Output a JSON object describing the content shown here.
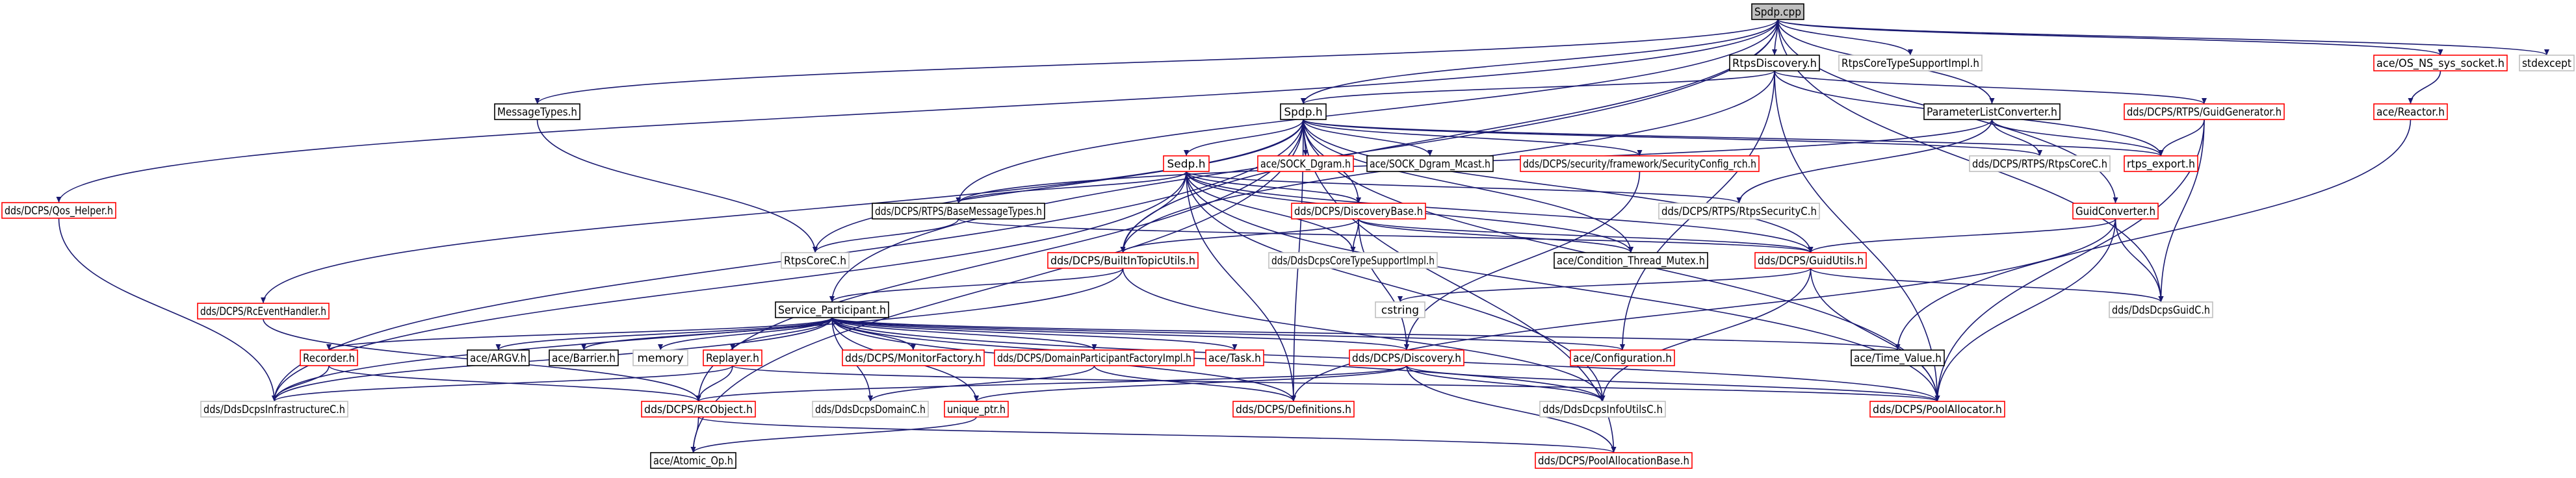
{
  "diagram": {
    "root": {
      "id": "spdp_cpp",
      "label": "Spdp.cpp"
    },
    "nodes": [
      {
        "id": "rtps_discovery_h",
        "label": "RtpsDiscovery.h",
        "style": "black"
      },
      {
        "id": "rtps_core_type_support_impl_h",
        "label": "RtpsCoreTypeSupportImpl.h",
        "style": "gray"
      },
      {
        "id": "ace_os_ns_sys_socket_h",
        "label": "ace/OS_NS_sys_socket.h",
        "style": "red"
      },
      {
        "id": "stdexcept",
        "label": "stdexcept",
        "style": "gray"
      },
      {
        "id": "message_types_h",
        "label": "MessageTypes.h",
        "style": "black"
      },
      {
        "id": "spdp_h",
        "label": "Spdp.h",
        "style": "black"
      },
      {
        "id": "parameter_list_converter_h",
        "label": "ParameterListConverter.h",
        "style": "black"
      },
      {
        "id": "guid_generator_h",
        "label": "dds/DCPS/RTPS/GuidGenerator.h",
        "style": "red"
      },
      {
        "id": "ace_reactor_h",
        "label": "ace/Reactor.h",
        "style": "red"
      },
      {
        "id": "qos_helper_h",
        "label": "dds/DCPS/Qos_Helper.h",
        "style": "red"
      },
      {
        "id": "sedp_h",
        "label": "Sedp.h",
        "style": "red"
      },
      {
        "id": "ace_sock_dgram_h",
        "label": "ace/SOCK_Dgram.h",
        "style": "red"
      },
      {
        "id": "ace_sock_dgram_mcast_h",
        "label": "ace/SOCK_Dgram_Mcast.h",
        "style": "black"
      },
      {
        "id": "security_config_rch_h",
        "label": "dds/DCPS/security/framework/SecurityConfig_rch.h",
        "style": "red"
      },
      {
        "id": "rtps_core_c_h",
        "label": "dds/DCPS/RTPS/RtpsCoreC.h",
        "style": "gray"
      },
      {
        "id": "rtps_export_h",
        "label": "rtps_export.h",
        "style": "red"
      },
      {
        "id": "base_message_types_h",
        "label": "dds/DCPS/RTPS/BaseMessageTypes.h",
        "style": "black"
      },
      {
        "id": "discovery_base_h",
        "label": "dds/DCPS/DiscoveryBase.h",
        "style": "red"
      },
      {
        "id": "rtps_security_c_h",
        "label": "dds/DCPS/RTPS/RtpsSecurityC.h",
        "style": "gray"
      },
      {
        "id": "guid_converter_h",
        "label": "GuidConverter.h",
        "style": "red"
      },
      {
        "id": "rtps_core_c_h_short",
        "label": "RtpsCoreC.h",
        "style": "gray"
      },
      {
        "id": "builtin_topic_utils_h",
        "label": "dds/DCPS/BuiltInTopicUtils.h",
        "style": "red"
      },
      {
        "id": "dds_dcps_core_type_support_impl_h",
        "label": "dds/DdsDcpsCoreTypeSupportImpl.h",
        "style": "gray"
      },
      {
        "id": "ace_condition_thread_mutex_h",
        "label": "ace/Condition_Thread_Mutex.h",
        "style": "black"
      },
      {
        "id": "guid_utils_h",
        "label": "dds/DCPS/GuidUtils.h",
        "style": "red"
      },
      {
        "id": "rc_event_handler_h",
        "label": "dds/DCPS/RcEventHandler.h",
        "style": "red"
      },
      {
        "id": "service_participant_h",
        "label": "Service_Participant.h",
        "style": "black"
      },
      {
        "id": "cstring",
        "label": "cstring",
        "style": "gray"
      },
      {
        "id": "dds_dcps_guid_c_h",
        "label": "dds/DdsDcpsGuidC.h",
        "style": "gray"
      },
      {
        "id": "recorder_h",
        "label": "Recorder.h",
        "style": "red"
      },
      {
        "id": "ace_argv_h",
        "label": "ace/ARGV.h",
        "style": "black"
      },
      {
        "id": "ace_barrier_h",
        "label": "ace/Barrier.h",
        "style": "black"
      },
      {
        "id": "memory",
        "label": "memory",
        "style": "gray"
      },
      {
        "id": "replayer_h",
        "label": "Replayer.h",
        "style": "red"
      },
      {
        "id": "monitor_factory_h",
        "label": "dds/DCPS/MonitorFactory.h",
        "style": "red"
      },
      {
        "id": "domain_participant_factory_impl_h",
        "label": "dds/DCPS/DomainParticipantFactoryImpl.h",
        "style": "red"
      },
      {
        "id": "ace_task_h",
        "label": "ace/Task.h",
        "style": "red"
      },
      {
        "id": "dcps_discovery_h",
        "label": "dds/DCPS/Discovery.h",
        "style": "red"
      },
      {
        "id": "ace_configuration_h",
        "label": "ace/Configuration.h",
        "style": "red"
      },
      {
        "id": "ace_time_value_h",
        "label": "ace/Time_Value.h",
        "style": "black"
      },
      {
        "id": "dds_dcps_infrastructure_c_h",
        "label": "dds/DdsDcpsInfrastructureC.h",
        "style": "gray"
      },
      {
        "id": "rc_object_h",
        "label": "dds/DCPS/RcObject.h",
        "style": "red"
      },
      {
        "id": "dds_dcps_domain_c_h",
        "label": "dds/DdsDcpsDomainC.h",
        "style": "gray"
      },
      {
        "id": "unique_ptr_h",
        "label": "unique_ptr.h",
        "style": "red"
      },
      {
        "id": "definitions_h",
        "label": "dds/DCPS/Definitions.h",
        "style": "red"
      },
      {
        "id": "dds_dcps_info_utils_c_h",
        "label": "dds/DdsDcpsInfoUtilsC.h",
        "style": "gray"
      },
      {
        "id": "pool_allocator_h",
        "label": "dds/DCPS/PoolAllocator.h",
        "style": "red"
      },
      {
        "id": "ace_atomic_op_h",
        "label": "ace/Atomic_Op.h",
        "style": "black"
      },
      {
        "id": "pool_allocation_base_h",
        "label": "dds/DCPS/PoolAllocationBase.h",
        "style": "red"
      }
    ],
    "edges": [
      [
        "spdp_cpp",
        "rtps_discovery_h"
      ],
      [
        "spdp_cpp",
        "rtps_core_type_support_impl_h"
      ],
      [
        "spdp_cpp",
        "ace_os_ns_sys_socket_h"
      ],
      [
        "spdp_cpp",
        "stdexcept"
      ],
      [
        "spdp_cpp",
        "message_types_h"
      ],
      [
        "spdp_cpp",
        "spdp_h"
      ],
      [
        "spdp_cpp",
        "parameter_list_converter_h"
      ],
      [
        "spdp_cpp",
        "qos_helper_h"
      ],
      [
        "spdp_cpp",
        "service_participant_h"
      ],
      [
        "spdp_cpp",
        "base_message_types_h"
      ],
      [
        "spdp_cpp",
        "builtin_topic_utils_h"
      ],
      [
        "spdp_cpp",
        "guid_converter_h"
      ],
      [
        "spdp_cpp",
        "dds_dcps_guid_c_h"
      ],
      [
        "rtps_discovery_h",
        "spdp_h"
      ],
      [
        "rtps_discovery_h",
        "guid_generator_h"
      ],
      [
        "rtps_discovery_h",
        "rtps_export_h"
      ],
      [
        "rtps_discovery_h",
        "ace_configuration_h"
      ],
      [
        "rtps_discovery_h",
        "pool_allocator_h"
      ],
      [
        "rtps_discovery_h",
        "builtin_topic_utils_h"
      ],
      [
        "ace_os_ns_sys_socket_h",
        "ace_reactor_h"
      ],
      [
        "ace_reactor_h",
        "ace_time_value_h"
      ],
      [
        "message_types_h",
        "rtps_core_c_h_short"
      ],
      [
        "spdp_h",
        "sedp_h"
      ],
      [
        "spdp_h",
        "ace_sock_dgram_h"
      ],
      [
        "spdp_h",
        "ace_sock_dgram_mcast_h"
      ],
      [
        "spdp_h",
        "security_config_rch_h"
      ],
      [
        "spdp_h",
        "rtps_core_c_h"
      ],
      [
        "spdp_h",
        "rtps_export_h"
      ],
      [
        "spdp_h",
        "rtps_core_c_h_short"
      ],
      [
        "spdp_h",
        "discovery_base_h"
      ],
      [
        "spdp_h",
        "rc_event_handler_h"
      ],
      [
        "spdp_h",
        "dds_dcps_infrastructure_c_h"
      ],
      [
        "spdp_h",
        "guid_utils_h"
      ],
      [
        "spdp_h",
        "ace_condition_thread_mutex_h"
      ],
      [
        "spdp_h",
        "pool_allocator_h"
      ],
      [
        "spdp_h",
        "definitions_h"
      ],
      [
        "spdp_h",
        "ace_atomic_op_h"
      ],
      [
        "spdp_h",
        "rc_object_h"
      ],
      [
        "spdp_h",
        "pool_allocation_base_h"
      ],
      [
        "parameter_list_converter_h",
        "rtps_core_c_h"
      ],
      [
        "parameter_list_converter_h",
        "rtps_export_h"
      ],
      [
        "parameter_list_converter_h",
        "rtps_security_c_h"
      ],
      [
        "parameter_list_converter_h",
        "base_message_types_h"
      ],
      [
        "guid_generator_h",
        "rtps_export_h"
      ],
      [
        "guid_generator_h",
        "dds_dcps_guid_c_h"
      ],
      [
        "guid_generator_h",
        "pool_allocator_h"
      ],
      [
        "qos_helper_h",
        "dds_dcps_infrastructure_c_h"
      ],
      [
        "sedp_h",
        "base_message_types_h"
      ],
      [
        "sedp_h",
        "discovery_base_h"
      ],
      [
        "sedp_h",
        "rtps_security_c_h"
      ],
      [
        "sedp_h",
        "dds_dcps_core_type_support_impl_h"
      ],
      [
        "sedp_h",
        "builtin_topic_utils_h"
      ],
      [
        "sedp_h",
        "guid_utils_h"
      ],
      [
        "sedp_h",
        "ace_condition_thread_mutex_h"
      ],
      [
        "sedp_h",
        "definitions_h"
      ],
      [
        "sedp_h",
        "dds_dcps_info_utils_c_h"
      ],
      [
        "sedp_h",
        "pool_allocator_h"
      ],
      [
        "sedp_h",
        "dds_dcps_infrastructure_c_h"
      ],
      [
        "security_config_rch_h",
        "dcps_discovery_h"
      ],
      [
        "base_message_types_h",
        "rtps_core_c_h_short"
      ],
      [
        "base_message_types_h",
        "guid_utils_h"
      ],
      [
        "discovery_base_h",
        "builtin_topic_utils_h"
      ],
      [
        "discovery_base_h",
        "dds_dcps_core_type_support_impl_h"
      ],
      [
        "discovery_base_h",
        "ace_condition_thread_mutex_h"
      ],
      [
        "discovery_base_h",
        "guid_utils_h"
      ],
      [
        "discovery_base_h",
        "dcps_discovery_h"
      ],
      [
        "guid_converter_h",
        "guid_utils_h"
      ],
      [
        "guid_converter_h",
        "dds_dcps_guid_c_h"
      ],
      [
        "guid_converter_h",
        "pool_allocator_h"
      ],
      [
        "guid_converter_h",
        "definitions_h"
      ],
      [
        "builtin_topic_utils_h",
        "service_participant_h"
      ],
      [
        "builtin_topic_utils_h",
        "dds_dcps_infrastructure_c_h"
      ],
      [
        "builtin_topic_utils_h",
        "dds_dcps_info_utils_c_h"
      ],
      [
        "guid_utils_h",
        "cstring"
      ],
      [
        "guid_utils_h",
        "dds_dcps_guid_c_h"
      ],
      [
        "guid_utils_h",
        "pool_allocator_h"
      ],
      [
        "guid_utils_h",
        "dds_dcps_info_utils_c_h"
      ],
      [
        "rc_event_handler_h",
        "rc_object_h"
      ],
      [
        "service_participant_h",
        "recorder_h"
      ],
      [
        "service_participant_h",
        "ace_argv_h"
      ],
      [
        "service_participant_h",
        "ace_barrier_h"
      ],
      [
        "service_participant_h",
        "memory"
      ],
      [
        "service_participant_h",
        "replayer_h"
      ],
      [
        "service_participant_h",
        "monitor_factory_h"
      ],
      [
        "service_participant_h",
        "domain_participant_factory_impl_h"
      ],
      [
        "service_participant_h",
        "ace_task_h"
      ],
      [
        "service_participant_h",
        "dcps_discovery_h"
      ],
      [
        "service_participant_h",
        "ace_configuration_h"
      ],
      [
        "service_participant_h",
        "ace_time_value_h"
      ],
      [
        "service_participant_h",
        "dds_dcps_infrastructure_c_h"
      ],
      [
        "service_participant_h",
        "dds_dcps_domain_c_h"
      ],
      [
        "service_participant_h",
        "pool_allocator_h"
      ],
      [
        "service_participant_h",
        "definitions_h"
      ],
      [
        "service_participant_h",
        "dds_dcps_info_utils_c_h"
      ],
      [
        "service_participant_h",
        "unique_ptr_h"
      ],
      [
        "recorder_h",
        "dds_dcps_infrastructure_c_h"
      ],
      [
        "recorder_h",
        "rc_object_h"
      ],
      [
        "replayer_h",
        "dds_dcps_infrastructure_c_h"
      ],
      [
        "replayer_h",
        "rc_object_h"
      ],
      [
        "replayer_h",
        "pool_allocator_h"
      ],
      [
        "domain_participant_factory_impl_h",
        "dds_dcps_domain_c_h"
      ],
      [
        "domain_participant_factory_impl_h",
        "definitions_h"
      ],
      [
        "dcps_discovery_h",
        "rc_object_h"
      ],
      [
        "dcps_discovery_h",
        "dds_dcps_info_utils_c_h"
      ],
      [
        "dcps_discovery_h",
        "pool_allocator_h"
      ],
      [
        "dcps_discovery_h",
        "unique_ptr_h"
      ],
      [
        "dcps_discovery_h",
        "pool_allocation_base_h"
      ],
      [
        "rc_object_h",
        "ace_atomic_op_h"
      ],
      [
        "rc_object_h",
        "pool_allocation_base_h"
      ],
      [
        "unique_ptr_h",
        "ace_atomic_op_h"
      ]
    ]
  }
}
